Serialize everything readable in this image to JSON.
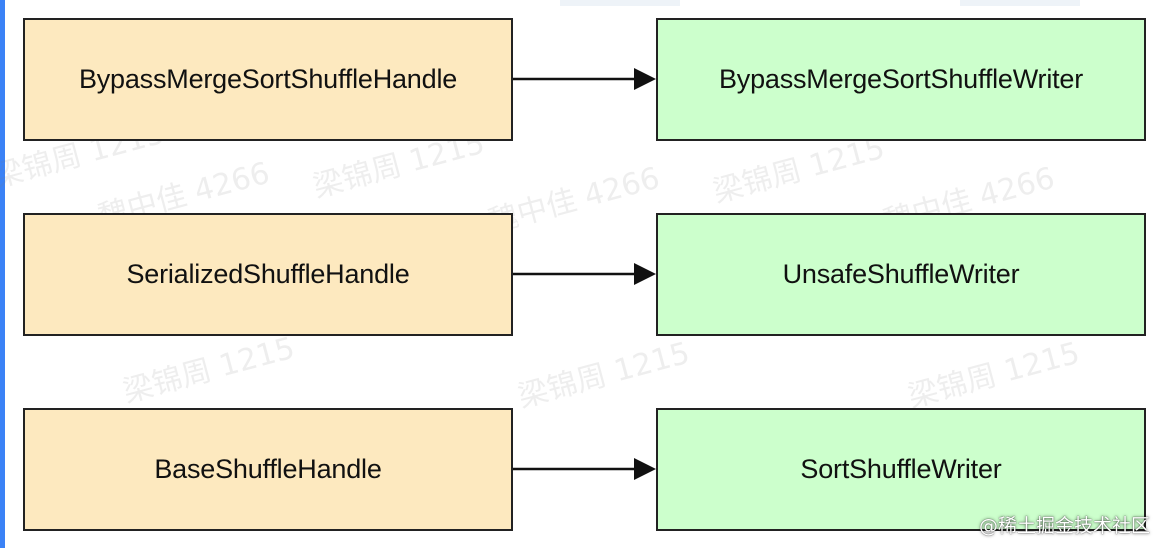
{
  "diagram": {
    "rows": [
      {
        "handle": "BypassMergeSortShuffleHandle",
        "writer": "BypassMergeSortShuffleWriter"
      },
      {
        "handle": "SerializedShuffleHandle",
        "writer": "UnsafeShuffleWriter"
      },
      {
        "handle": "BaseShuffleHandle",
        "writer": "SortShuffleWriter"
      }
    ]
  },
  "watermarks": [
    "梁锦周 1215",
    "魏中佳 4266"
  ],
  "credit": "@稀土掘金技术社区",
  "colors": {
    "handle_fill": "#fde9bf",
    "writer_fill": "#ccffcc",
    "border": "#222222",
    "accent": "#3b82f6"
  }
}
